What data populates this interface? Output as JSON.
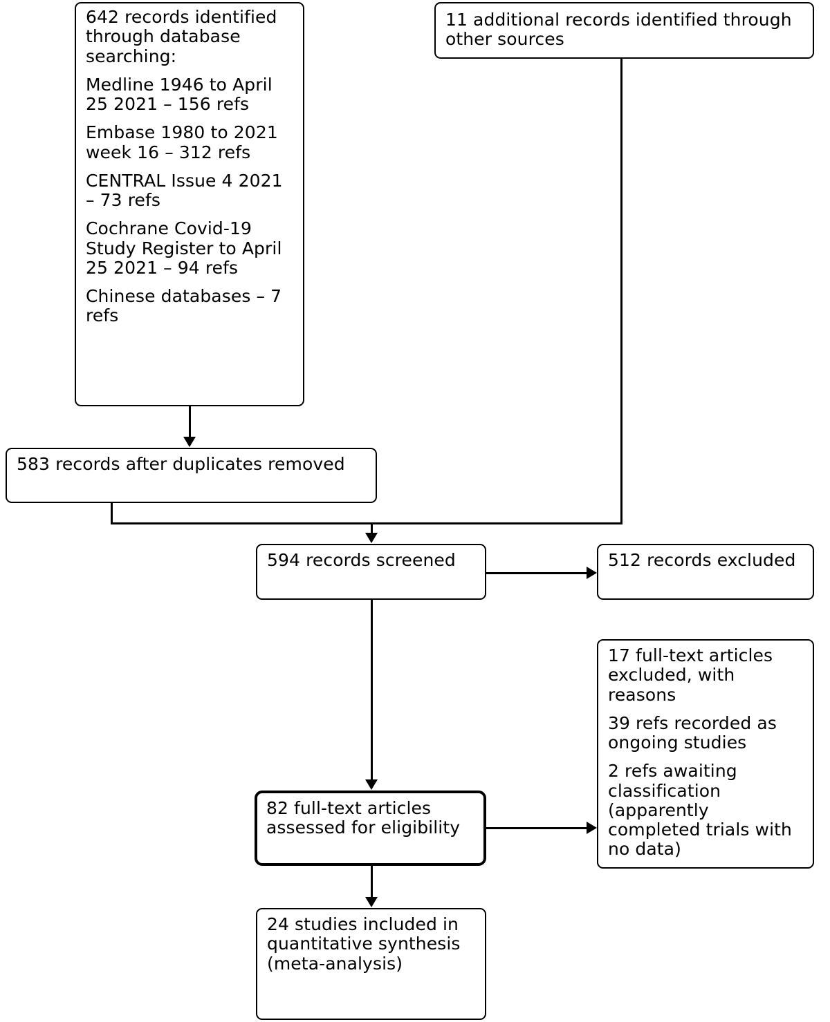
{
  "diagram": {
    "type": "prisma-flow-diagram",
    "title": "",
    "boxes": {
      "identification_database": {
        "lines": [
          "642 records identified through database searching:",
          "Medline 1946 to April 25 2021 – 156 refs",
          "Embase 1980 to 2021 week 16 – 312 refs",
          "CENTRAL Issue 4 2021 – 73 refs",
          "Cochrane Covid-19 Study Register to April 25 2021 – 94 refs",
          "Chinese databases – 7 refs"
        ],
        "count": 642
      },
      "identification_other": {
        "lines": [
          "11 additional records identified through other sources"
        ],
        "count": 11
      },
      "duplicates_removed": {
        "lines": [
          "583 records after duplicates removed"
        ],
        "count": 583
      },
      "screened": {
        "lines": [
          "594 records screened"
        ],
        "count": 594
      },
      "excluded": {
        "lines": [
          "512 records excluded"
        ],
        "count": 512
      },
      "eligibility": {
        "lines": [
          "82 full-text articles assessed for eligibility"
        ],
        "count": 82
      },
      "excluded_with_reasons": {
        "lines": [
          "17 full-text articles excluded, with reasons",
          "39 refs recorded as ongoing studies",
          "2 refs awaiting classification (apparently completed trials with no data)"
        ],
        "counts": [
          17,
          39,
          2
        ]
      },
      "included": {
        "lines": [
          "24 studies included in quantitative synthesis (meta-analysis)"
        ],
        "count": 24
      }
    },
    "colors": {
      "stroke": "#000000",
      "fill": "#ffffff",
      "text": "#000000"
    }
  }
}
